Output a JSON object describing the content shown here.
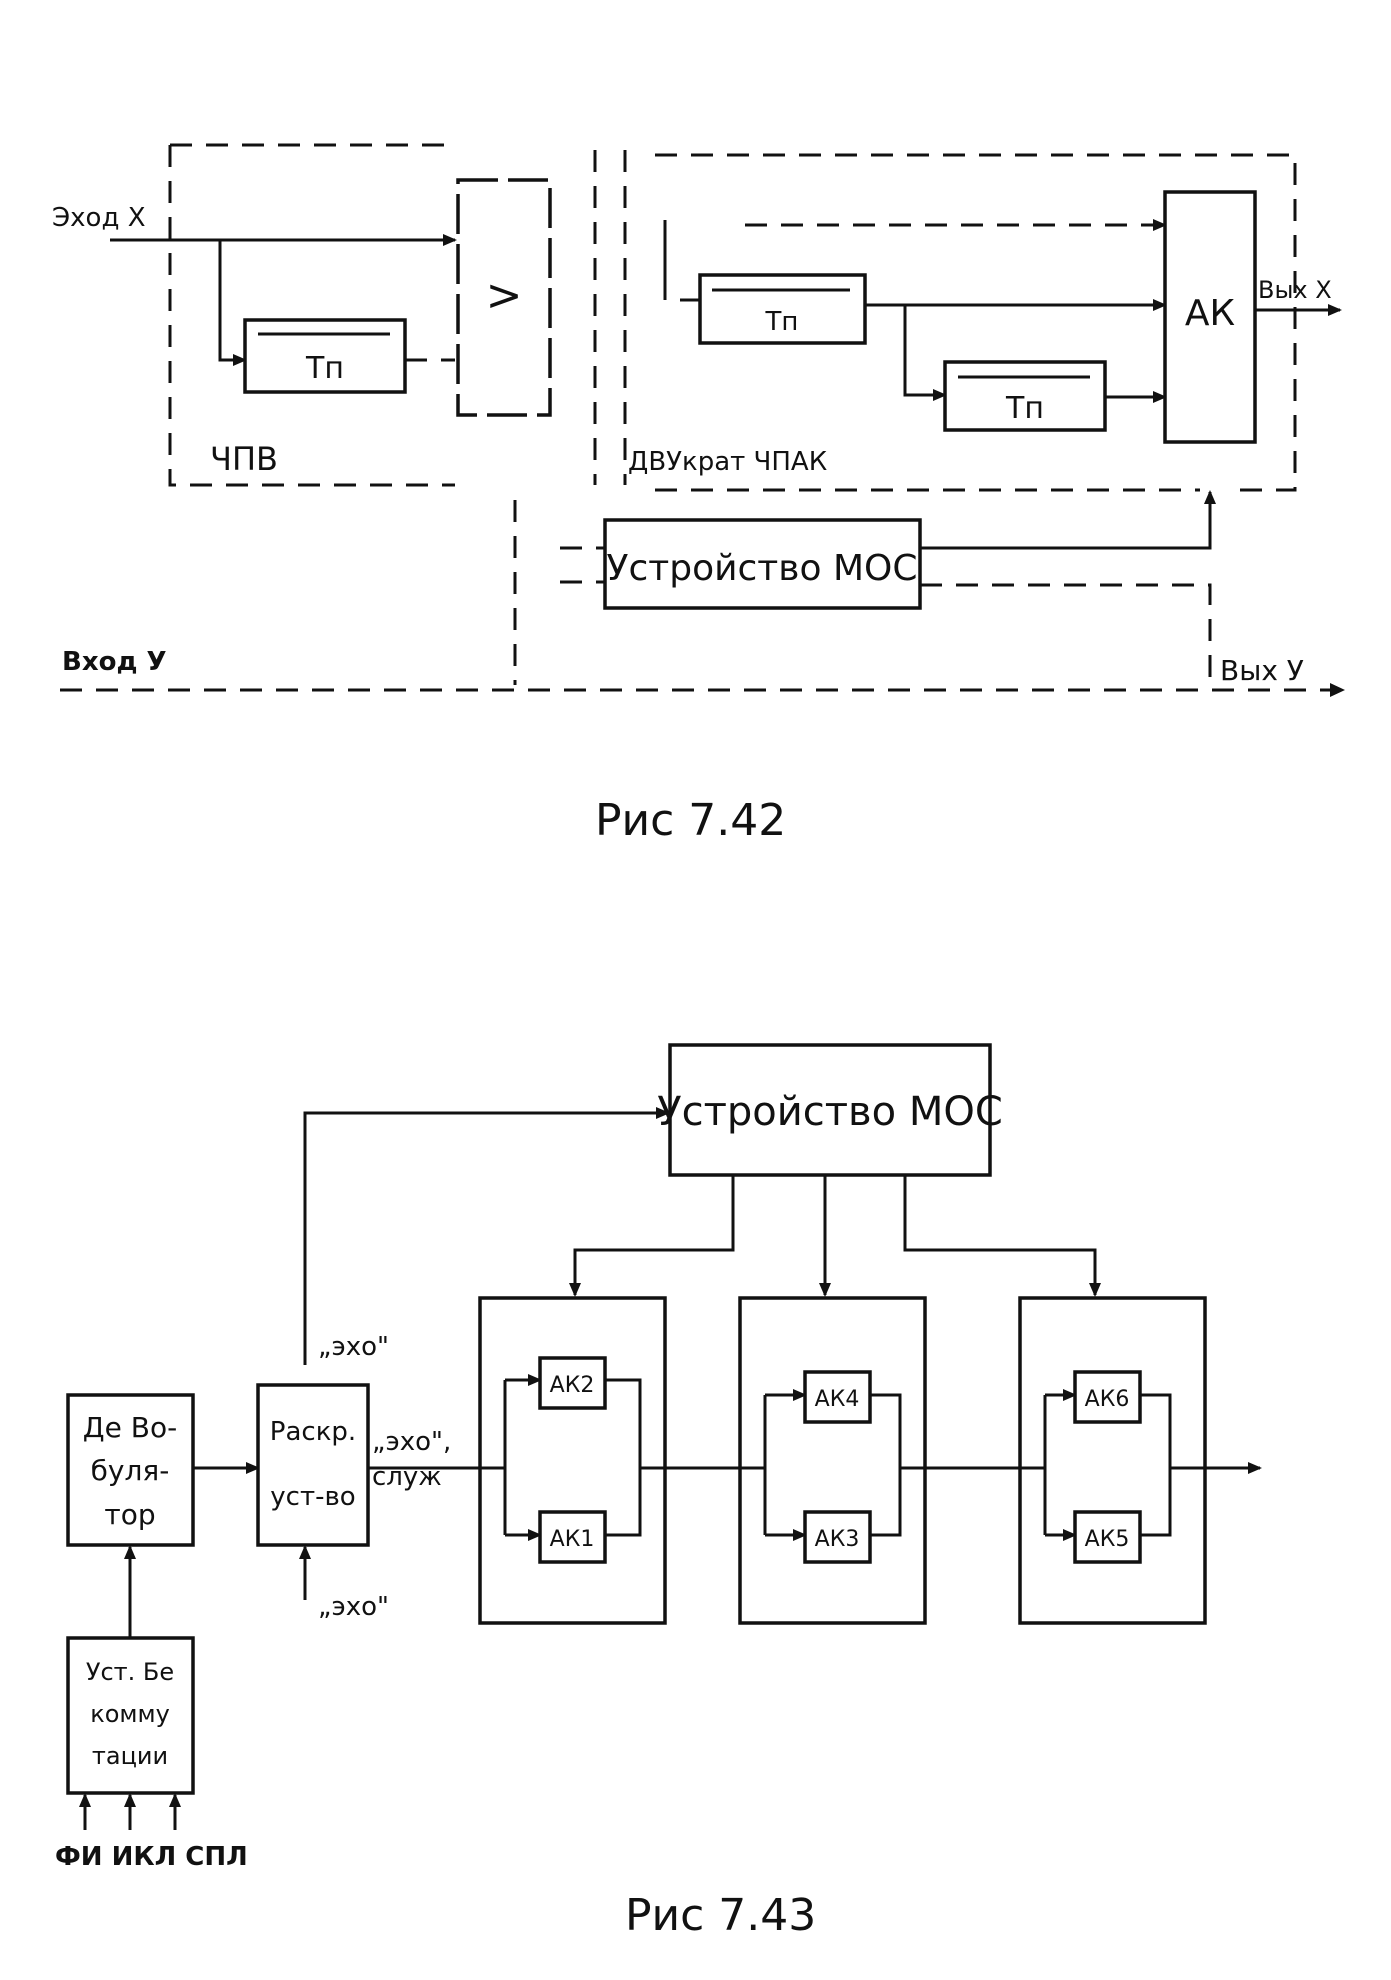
{
  "fig742": {
    "input_x": "Эход X",
    "input_y": "Вход У",
    "output_x": "Вых X",
    "output_y": "Вых У",
    "tp": "Тп",
    "chpv": "ЧПВ",
    "dvukrat": "ДВУкрат ЧПАК",
    "ak": "АК",
    "mos": "Устройство МОС",
    "gt": ">",
    "caption": "Рис 7.42"
  },
  "fig743": {
    "mos": "Устройство МОС",
    "demod": [
      "Де Во-",
      "буля-",
      "тор"
    ],
    "rasxr": [
      "Раскр.",
      "уст-во"
    ],
    "usb": [
      "Уст. Бе",
      "комму",
      "тации"
    ],
    "echo_top": "„эхо\"",
    "echo_bottom": "„эхо\"",
    "echo_sluzh": [
      "„эхо\",",
      "служ"
    ],
    "ak2": "АК2",
    "ak1": "АК1",
    "ak4": "АК4",
    "ak3": "АК3",
    "ak6": "АК6",
    "ak5": "АК5",
    "inputs": "ФИ ИКЛ СПЛ",
    "caption": "Рис 7.43"
  }
}
